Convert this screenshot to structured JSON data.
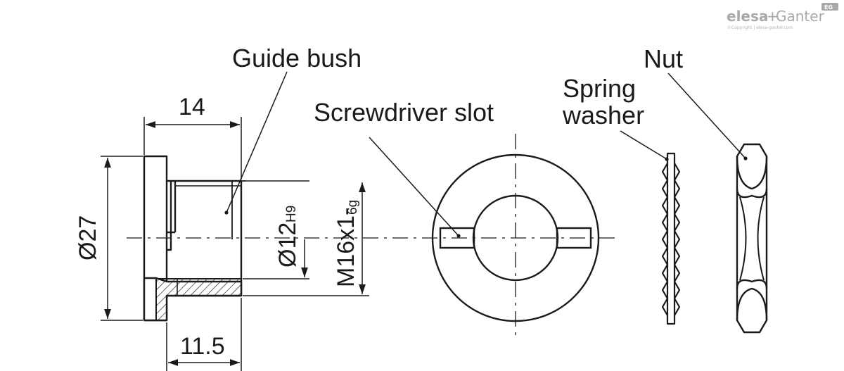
{
  "brand": {
    "name_bold": "elesa",
    "plus": "+",
    "name_regular": "Ganter",
    "badge": "EG",
    "copyright": "©Copyright | elesa-ganter.com"
  },
  "labels": {
    "guide_bush": "Guide bush",
    "screwdriver_slot": "Screwdriver slot",
    "spring": "Spring",
    "washer": "washer",
    "nut": "Nut"
  },
  "dimensions": {
    "length_top": "14",
    "length_bottom": "11.5",
    "outer_diameter": "Ø27",
    "inner_diameter": "Ø12",
    "inner_tolerance": "H9",
    "thread": "M16x1-",
    "thread_tolerance": "6g"
  },
  "colors": {
    "line": "#1a1a1a",
    "brand": "#a9a9a9"
  }
}
